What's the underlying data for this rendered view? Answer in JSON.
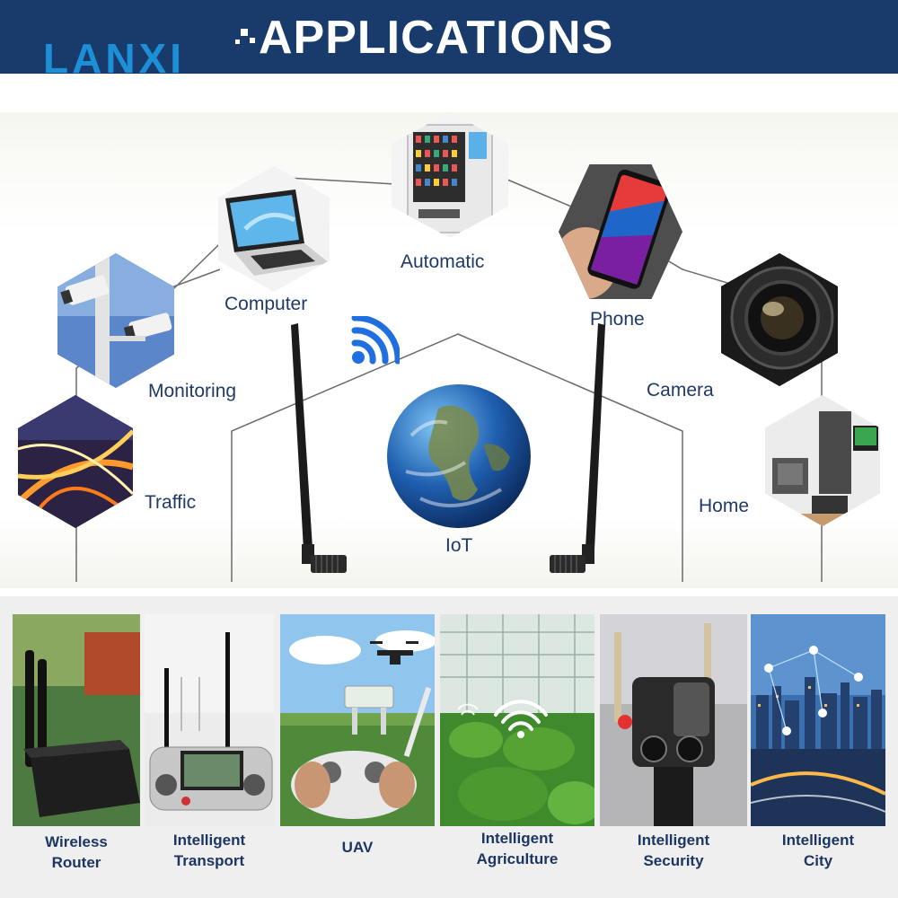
{
  "header": {
    "logo": "LANXI",
    "title": "APPLICATIONS"
  },
  "applications": [
    {
      "label": "Automatic",
      "icon": "vending-machine-icon"
    },
    {
      "label": "Computer",
      "icon": "laptop-icon"
    },
    {
      "label": "Phone",
      "icon": "smartphone-icon"
    },
    {
      "label": "Monitoring",
      "icon": "cctv-camera-icon"
    },
    {
      "label": "Camera",
      "icon": "camera-lens-icon"
    },
    {
      "label": "Traffic",
      "icon": "highway-icon"
    },
    {
      "label": "Home",
      "icon": "home-appliances-icon"
    },
    {
      "label": "IoT",
      "icon": "globe-icon"
    }
  ],
  "scenarios": [
    {
      "line1": "Wireless",
      "line2": "Router"
    },
    {
      "line1": "Intelligent",
      "line2": "Transport"
    },
    {
      "line1": "UAV",
      "line2": ""
    },
    {
      "line1": "Intelligent",
      "line2": "Agriculture"
    },
    {
      "line1": "Intelligent",
      "line2": "Security"
    },
    {
      "line1": "Intelligent",
      "line2": "City"
    }
  ],
  "colors": {
    "header_bg": "#183b6b",
    "label_text": "#1f3a66",
    "wifi_blue": "#1f6fe0"
  }
}
